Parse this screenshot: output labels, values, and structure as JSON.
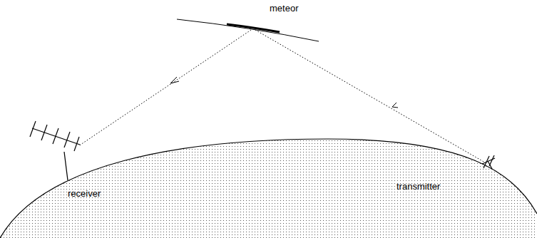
{
  "diagram": {
    "labels": [
      "meteor",
      "receiver",
      "transmitter"
    ]
  }
}
